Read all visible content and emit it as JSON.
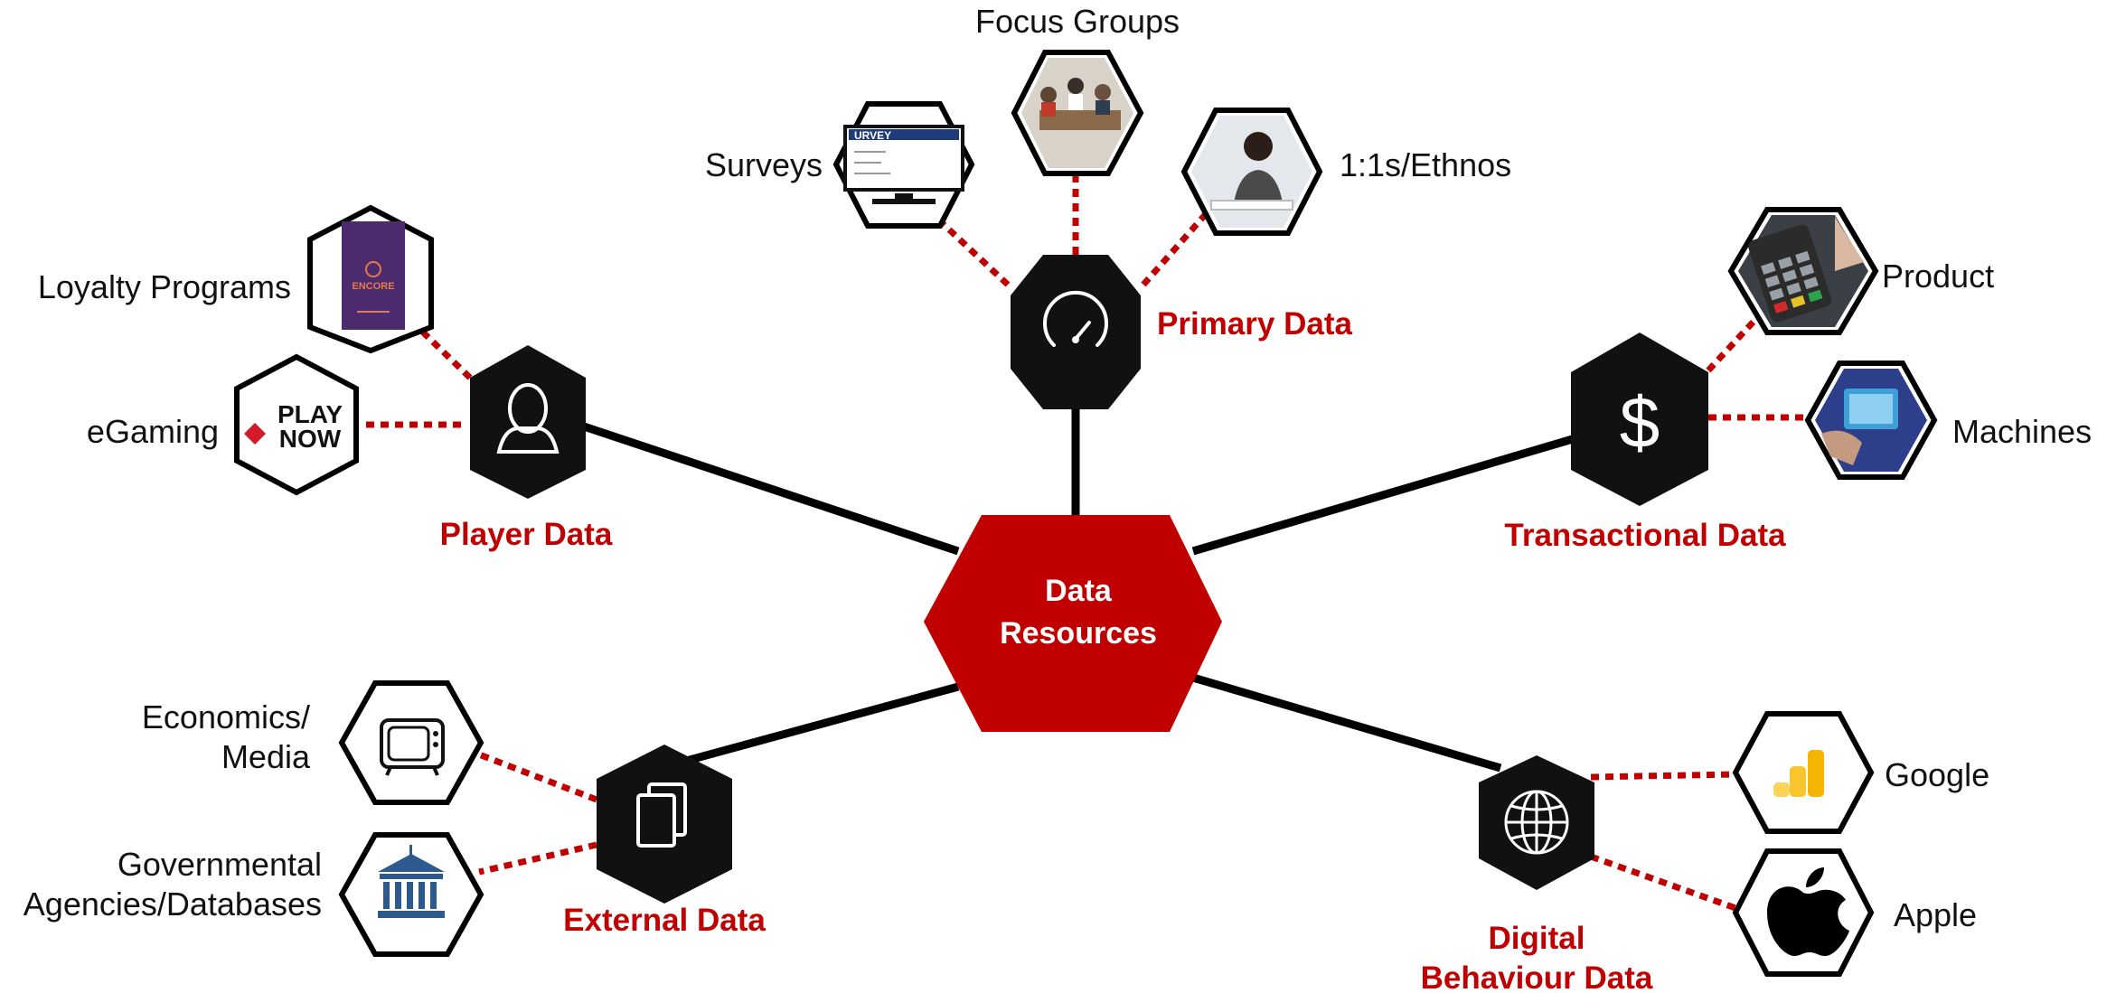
{
  "center": {
    "line1": "Data",
    "line2": "Resources"
  },
  "categories": {
    "primary": "Primary Data",
    "player": "Player Data",
    "transactional": "Transactional Data",
    "external": "External Data",
    "digital_line1": "Digital",
    "digital_line2": "Behaviour Data"
  },
  "sources": {
    "surveys": "Surveys",
    "focus_groups": "Focus Groups",
    "one_on_ones": "1:1s/Ethnos",
    "loyalty": "Loyalty Programs",
    "egaming": "eGaming",
    "product": "Product",
    "machines": "Machines",
    "economics_line1": "Economics/",
    "economics_line2": "Media",
    "gov_line1": "Governmental",
    "gov_line2": "Agencies/Databases",
    "google": "Google",
    "apple": "Apple"
  },
  "artwork": {
    "survey_header": "URVEY",
    "encore": "ENCORE",
    "playnow_line1": "PLAY",
    "playnow_line2": "NOW"
  },
  "colors": {
    "accent": "#c00000",
    "hub": "#111111",
    "border": "#000000",
    "google": "#f4b400"
  }
}
